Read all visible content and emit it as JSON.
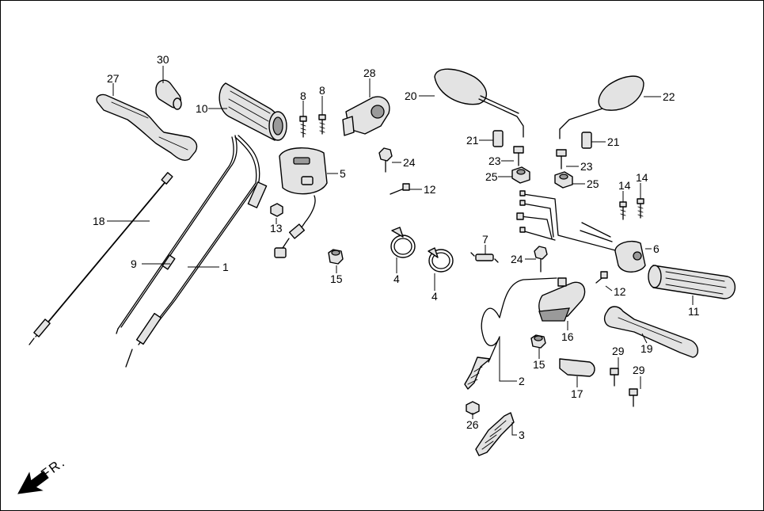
{
  "diagram": {
    "direction_label": "FR.",
    "callouts": [
      "30",
      "27",
      "10",
      "8",
      "8",
      "28",
      "20",
      "22",
      "21",
      "21",
      "23",
      "23",
      "25",
      "25",
      "24",
      "5",
      "12",
      "18",
      "14",
      "14",
      "13",
      "9",
      "1",
      "7",
      "6",
      "24",
      "15",
      "4",
      "4",
      "12",
      "11",
      "16",
      "15",
      "19",
      "29",
      "29",
      "2",
      "17",
      "26",
      "3"
    ]
  }
}
